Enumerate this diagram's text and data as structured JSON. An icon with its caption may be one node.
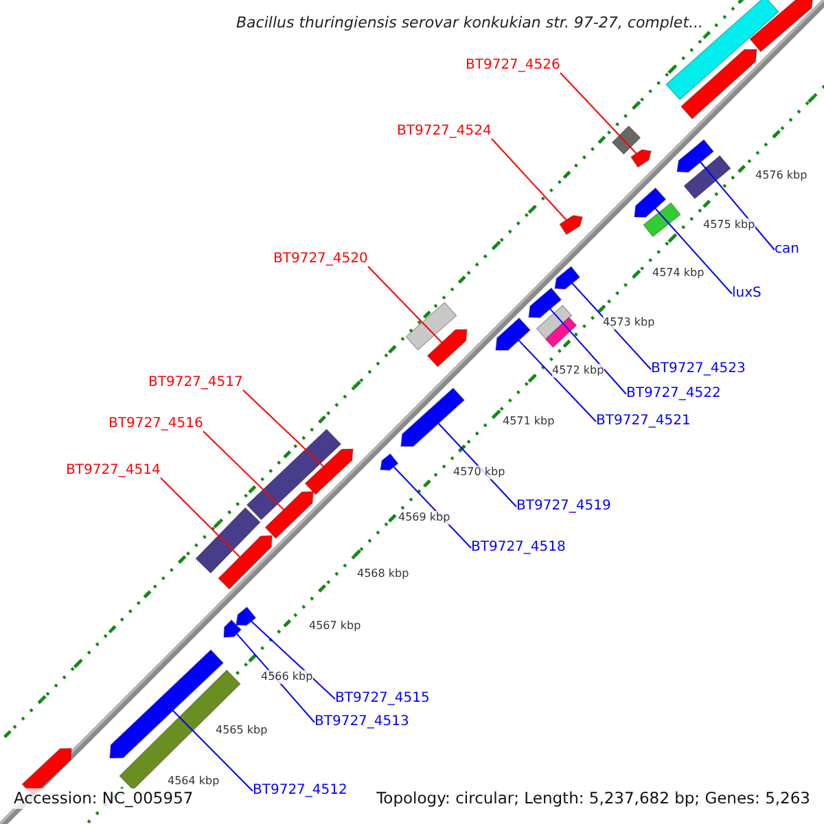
{
  "diagram": {
    "title": "Bacillus thuringiensis serovar konkukian str. 97-27, complet...",
    "nodes": [
      {
        "text": [
          "BT9727_4526"
        ]
      },
      {
        "text": [
          "BT9727_4524"
        ]
      },
      {
        "text": [
          "can"
        ]
      },
      {
        "text": [
          "BT9727_4520"
        ]
      },
      {
        "text": [
          "luxS"
        ]
      },
      {
        "text": [
          "BT9727_4523"
        ]
      },
      {
        "text": [
          "BT9727_4517"
        ]
      },
      {
        "text": [
          "BT9727_4522"
        ]
      },
      {
        "text": [
          "BT9727_4521"
        ]
      },
      {
        "text": [
          "BT9727_4516"
        ]
      },
      {
        "text": [
          "BT9727_4514"
        ]
      },
      {
        "text": [
          "BT9727_4519"
        ]
      },
      {
        "text": [
          "BT9727_4518"
        ]
      },
      {
        "text": [
          "BT9727_4515"
        ]
      },
      {
        "text": [
          "BT9727_4513"
        ]
      },
      {
        "text": [
          "BT9727_4512"
        ]
      },
      {
        "text": [],
        "shape": "arrow"
      },
      {
        "text": [],
        "shape": "arrow"
      },
      {
        "text": [],
        "shape": "arrow"
      },
      {
        "text": [],
        "shape": "arrow"
      },
      {
        "text": [],
        "shape": "arrow"
      },
      {
        "text": [],
        "shape": "arrow"
      },
      {
        "text": [],
        "shape": "arrow"
      },
      {
        "text": [],
        "shape": "arrow"
      },
      {
        "text": [],
        "shape": "arrow"
      },
      {
        "text": [],
        "shape": "arrow"
      },
      {
        "text": [],
        "shape": "arrow"
      },
      {
        "text": [],
        "shape": "arrow"
      },
      {
        "text": [],
        "shape": "arrow"
      },
      {
        "text": [],
        "shape": "arrow"
      },
      {
        "text": [],
        "shape": "arrow"
      },
      {
        "text": [],
        "shape": "arrow"
      },
      {
        "text": [],
        "shape": "arrow"
      },
      {
        "text": [],
        "shape": "bar"
      },
      {
        "text": [],
        "shape": "arrow"
      },
      {
        "text": [],
        "shape": "arrow"
      }
    ],
    "edges": [
      {
        "from": 0,
        "to": 17,
        "arrow": "none",
        "color": "#ff0000"
      },
      {
        "from": 1,
        "to": 19,
        "arrow": "none",
        "color": "#ff0000"
      },
      {
        "from": 2,
        "to": 16,
        "arrow": "none"
      },
      {
        "from": 3,
        "to": 23,
        "arrow": "none",
        "color": "#ff0000"
      },
      {
        "from": 4,
        "to": 18,
        "arrow": "none"
      },
      {
        "from": 5,
        "to": 20,
        "arrow": "none"
      },
      {
        "from": 6,
        "to": 25,
        "arrow": "none",
        "color": "#ff0000"
      },
      {
        "from": 7,
        "to": 21,
        "arrow": "none"
      },
      {
        "from": 8,
        "to": 22,
        "arrow": "none"
      },
      {
        "from": 9,
        "to": 27,
        "arrow": "none",
        "color": "#ff0000"
      },
      {
        "from": 10,
        "to": 28,
        "arrow": "none",
        "color": "#ff0000"
      },
      {
        "from": 11,
        "to": 24,
        "arrow": "none"
      },
      {
        "from": 12,
        "to": 26,
        "arrow": "none"
      },
      {
        "from": 13,
        "to": 29,
        "arrow": "none"
      },
      {
        "from": 14,
        "to": 30,
        "arrow": "none"
      },
      {
        "from": 15,
        "to": 31,
        "arrow": "none"
      }
    ],
    "labels": [
      "4576 kbp",
      "4575 kbp",
      "4574 kbp",
      "4573 kbp",
      "4572 kbp",
      "4571 kbp",
      "4570 kbp",
      "4569 kbp",
      "4568 kbp",
      "4567 kbp",
      "4566 kbp",
      "4565 kbp",
      "4564 kbp",
      "Accession: NC_005957",
      "Topology: circular; Length: 5,237,682 bp; Genes: 5,263"
    ]
  }
}
